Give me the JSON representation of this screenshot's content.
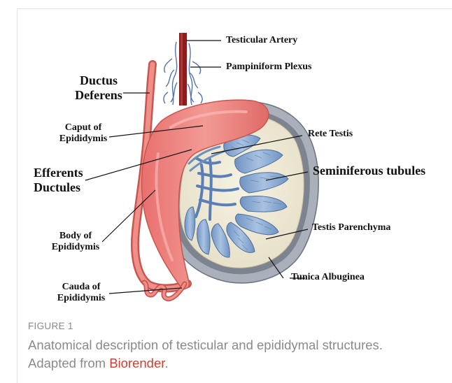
{
  "labels": {
    "testicular_artery": "Testicular Artery",
    "pampiniform_plexus": "Pampiniform Plexus",
    "ductus_deferens_1": "Ductus",
    "ductus_deferens_2": "Deferens",
    "caput_1": "Caput of",
    "caput_2": "Epididymis",
    "rete_testis": "Rete Testis",
    "efferents_1": "Efferents",
    "efferents_2": "Ductules",
    "seminiferous": "Seminiferous tubules",
    "testis_parenchyma": "Testis Parenchyma",
    "body_1": "Body of",
    "body_2": "Epididymis",
    "tunica": "Tunica Albuginea",
    "cauda_1": "Cauda of",
    "cauda_2": "Epididymis"
  },
  "figure": {
    "tag": "FIGURE 1",
    "caption_text": "Anatomical description of testicular and epididymal structures. Adapted from ",
    "caption_link": "Biorender",
    "caption_end": "."
  },
  "colors": {
    "epididymis": "#ec7f7c",
    "tunica": "#a8adb5",
    "parenchyma": "#f1ecd9",
    "tubules": "#86a6cf",
    "artery": "#8b1d1d",
    "link": "#d43b2c"
  }
}
